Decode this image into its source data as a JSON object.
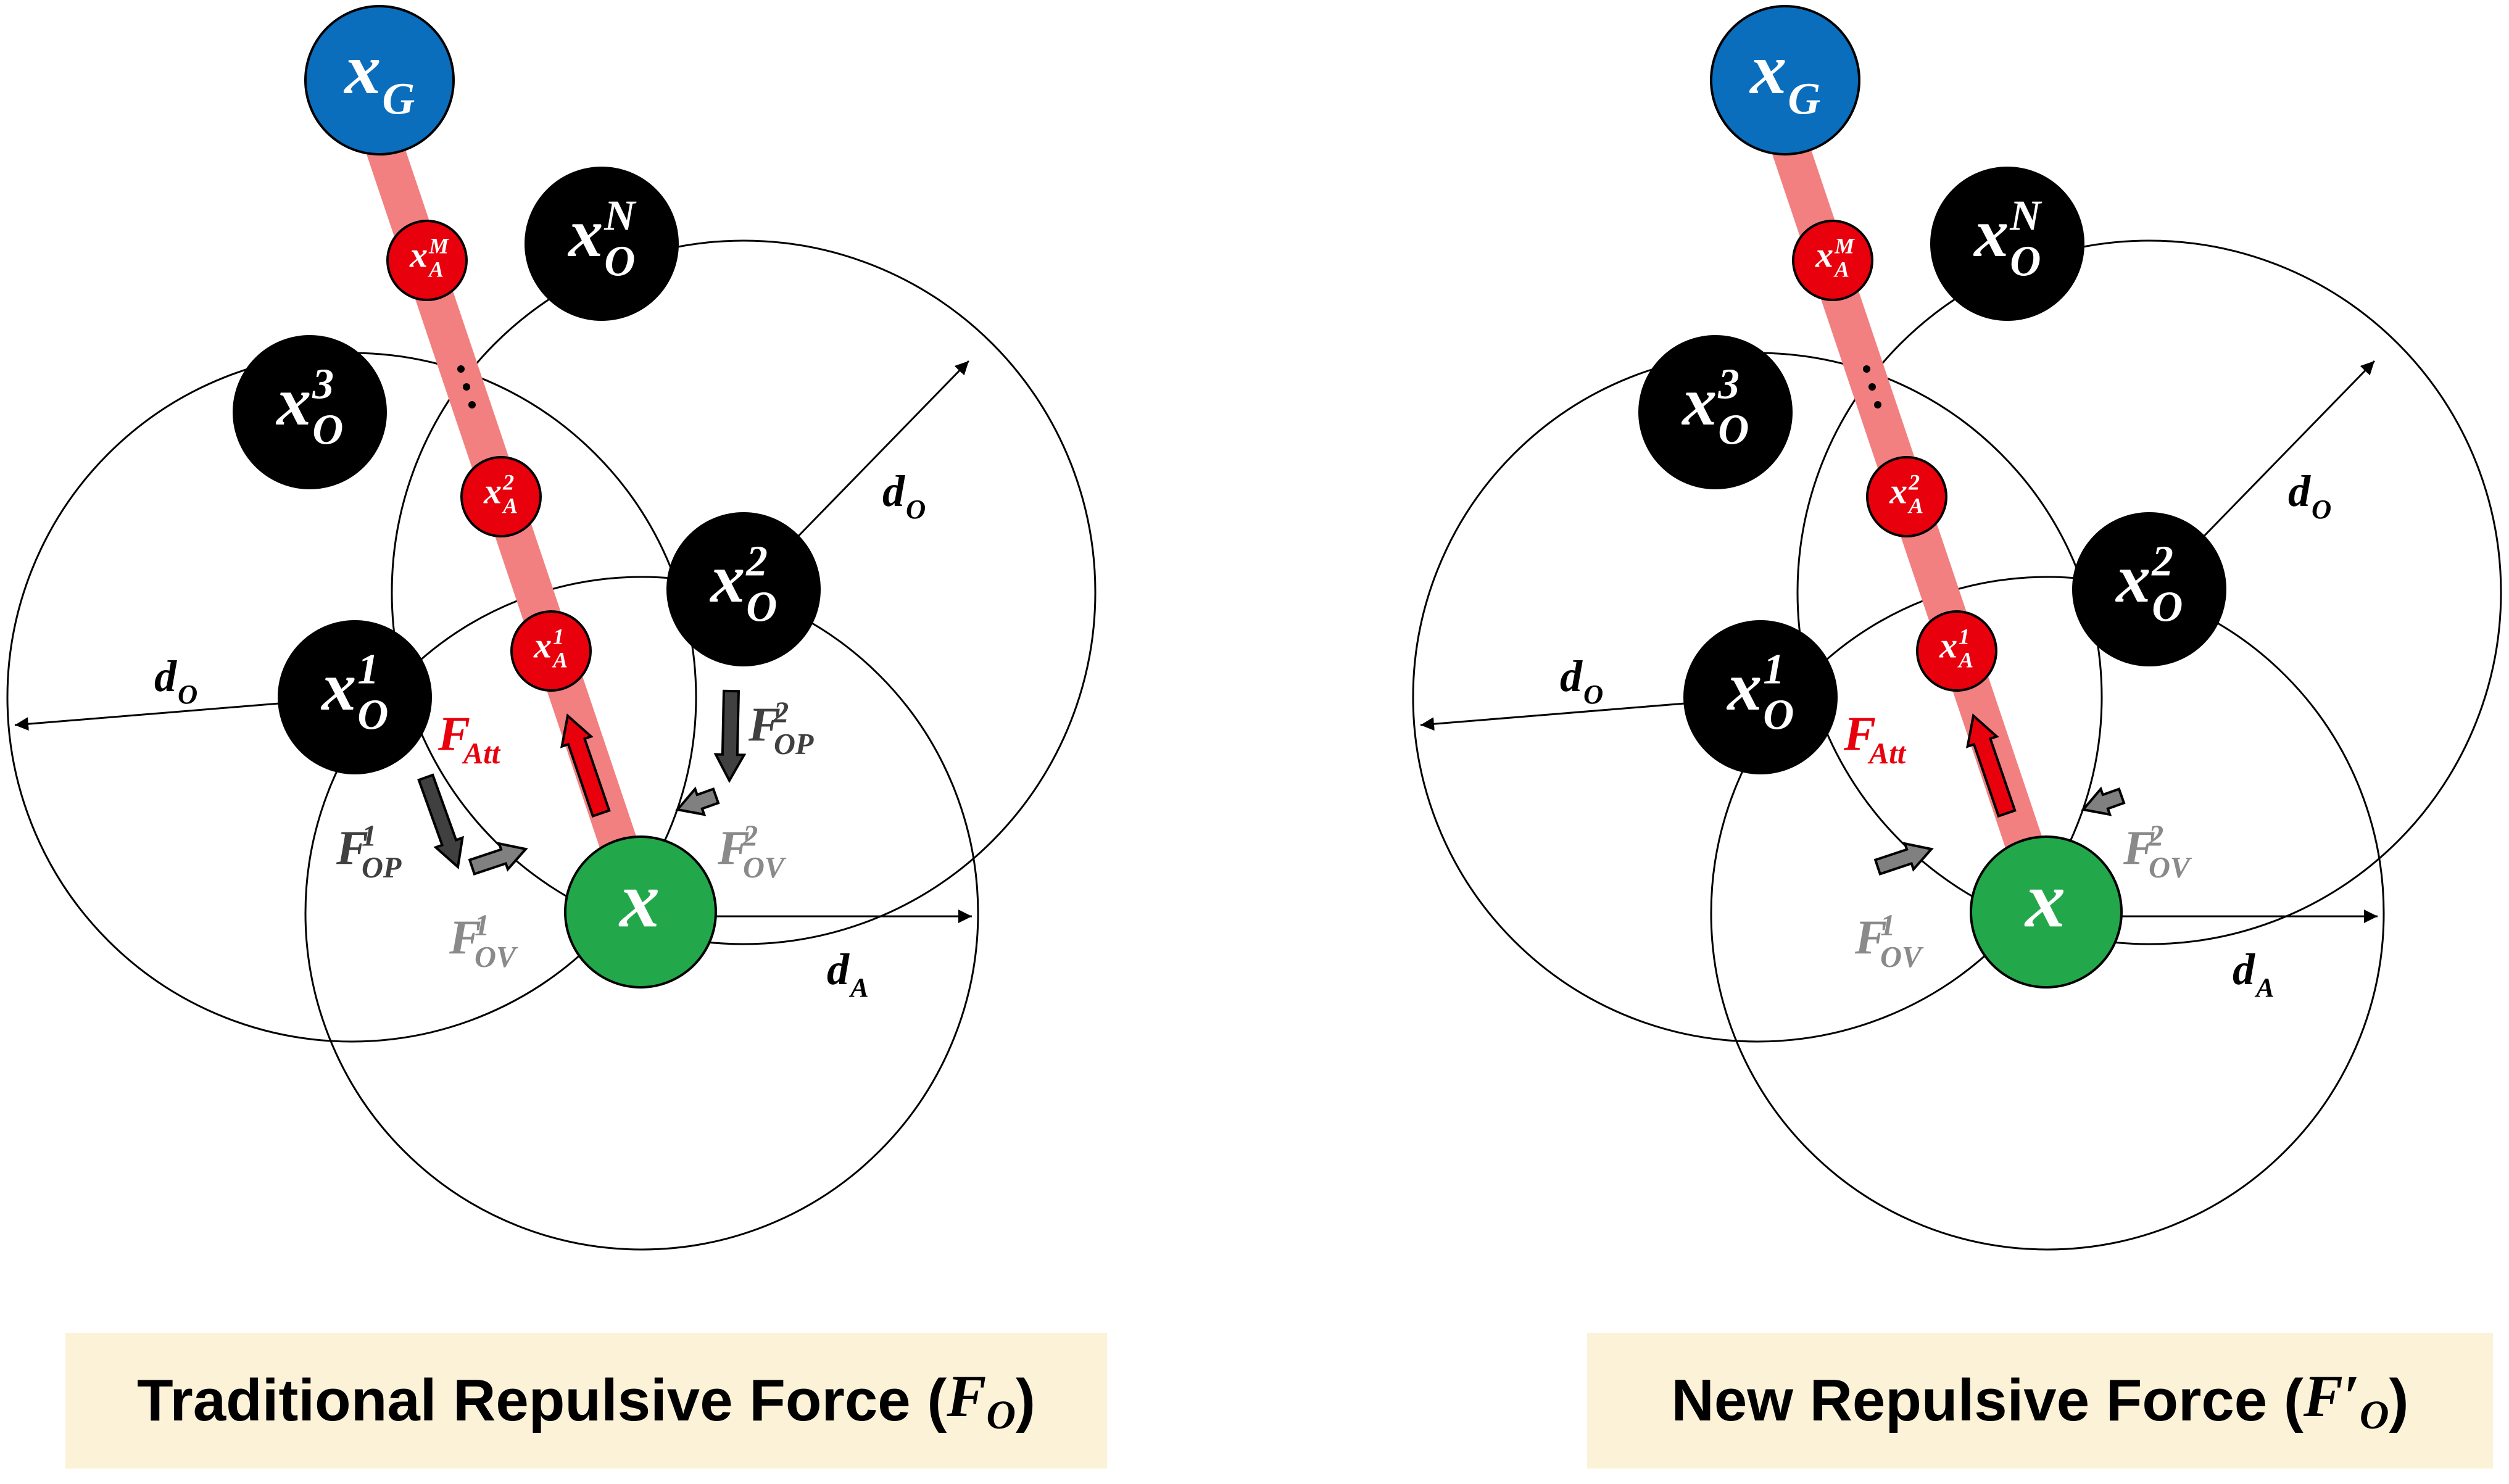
{
  "panels": [
    {
      "id": "traditional",
      "caption_text": "Traditional Repulsive Force (",
      "caption_symbol": "F",
      "caption_prime": "",
      "caption_sub": "O",
      "caption_close": ")",
      "show_op_forces": true
    },
    {
      "id": "new",
      "caption_text": "New Repulsive Force (",
      "caption_symbol": "F",
      "caption_prime": "′",
      "caption_sub": "O",
      "caption_close": ")",
      "show_op_forces": false
    }
  ],
  "labels": {
    "goal": {
      "base": "x",
      "sub": "G"
    },
    "agent": {
      "base": "x"
    },
    "obstacles": [
      {
        "base": "x",
        "sub": "O",
        "sup": "1"
      },
      {
        "base": "x",
        "sub": "O",
        "sup": "2"
      },
      {
        "base": "x",
        "sub": "O",
        "sup": "3"
      },
      {
        "base": "x",
        "sub": "O",
        "sup": "N"
      }
    ],
    "attractors": [
      {
        "base": "x",
        "sub": "A",
        "sup": "1"
      },
      {
        "base": "x",
        "sub": "A",
        "sup": "2"
      },
      {
        "base": "x",
        "sub": "A",
        "sup": "M"
      }
    ],
    "d_o": {
      "base": "d",
      "sub": "O"
    },
    "d_a": {
      "base": "d",
      "sub": "A"
    },
    "f_att": {
      "base": "F",
      "sub": "Att"
    },
    "f_op1": {
      "base": "F",
      "sub": "OP",
      "sup": "1"
    },
    "f_op2": {
      "base": "F",
      "sub": "OP",
      "sup": "2"
    },
    "f_ov1": {
      "base": "F",
      "sub": "OV",
      "sup": "1"
    },
    "f_ov2": {
      "base": "F",
      "sub": "OV",
      "sup": "2"
    }
  },
  "colors": {
    "goal": "#0a6ebd",
    "agent": "#22a84a",
    "obstacle": "#000000",
    "attractor": "#e8000d",
    "path": "#f28080",
    "att_arrow": "#e8000d",
    "op_arrow": "#404040",
    "ov_arrow": "#808080",
    "ov_text": "#8a8a8a",
    "op_text": "#404040",
    "caption_bg": "#fcf2d8"
  }
}
